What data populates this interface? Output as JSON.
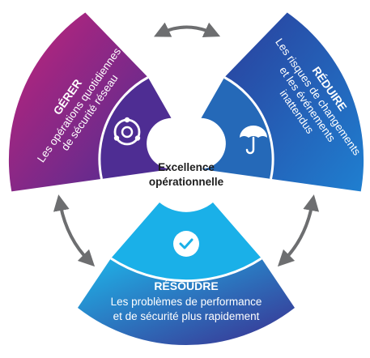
{
  "center": {
    "line1": "Excellence",
    "line2": "opérationnelle"
  },
  "segments": {
    "manage": {
      "title": "GÉRER",
      "line1": "Les opérations quotidiennes",
      "line2": "de sécurité réseau",
      "icon": "cycle-icon",
      "colors": [
        "#c2237a",
        "#4e2d93"
      ]
    },
    "reduce": {
      "title": "RÉDUIRE",
      "line1": "Les risques de changements",
      "line2": "et les événements",
      "line3": "inattendus",
      "icon": "umbrella-icon",
      "colors": [
        "#2a3f9c",
        "#1f7fd0"
      ]
    },
    "resolve": {
      "title": "RÉSOUDRE",
      "line1": "Les problèmes de performance",
      "line2": "et de sécurité plus rapidement",
      "icon": "checkmark-icon",
      "colors": [
        "#1eb6ea",
        "#3b2e8f"
      ]
    }
  },
  "arrow_color": "#6d6e70"
}
